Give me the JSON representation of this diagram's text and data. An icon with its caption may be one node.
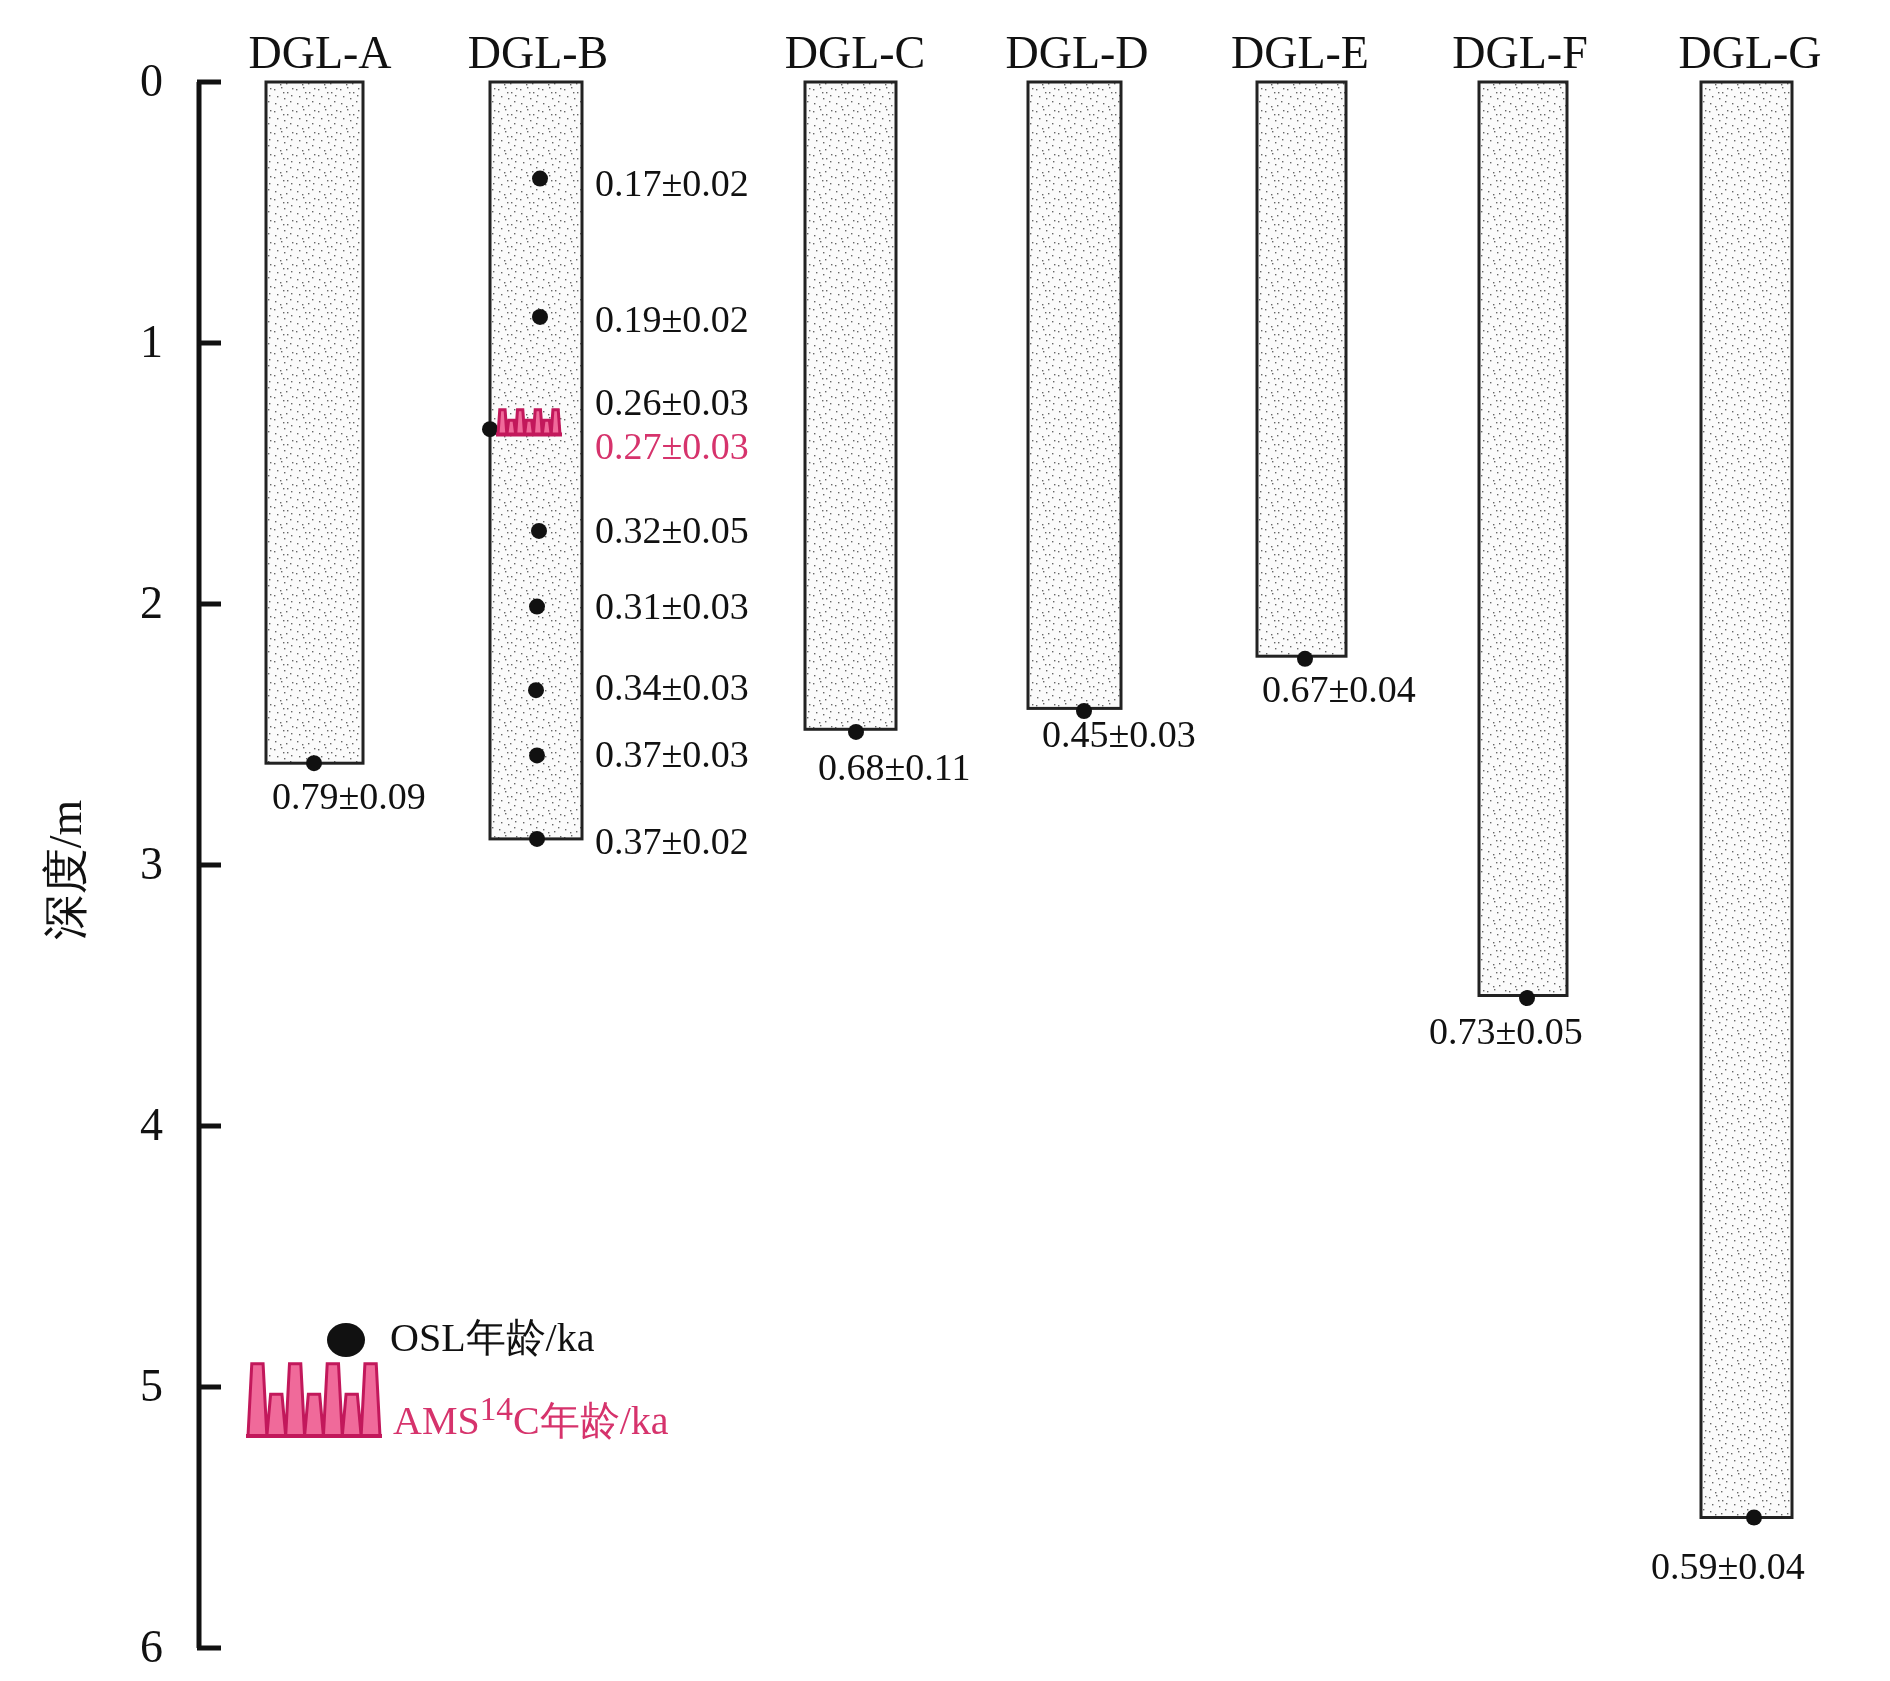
{
  "diagram": {
    "nodes": [
      {
        "text": [
          "DGL-A"
        ],
        "beside": [
          "0.79±0.09"
        ]
      },
      {
        "text": [
          "DGL-B"
        ],
        "beside": [
          "0.17±0.02",
          "0.19±0.02",
          "0.26±0.03",
          "0.27±0.03",
          "0.32±0.05",
          "0.31±0.03",
          "0.34±0.03",
          "0.37±0.03",
          "0.37±0.02"
        ]
      },
      {
        "text": [
          "DGL-C"
        ],
        "beside": [
          "0.68±0.11"
        ]
      },
      {
        "text": [
          "DGL-D"
        ],
        "beside": [
          "0.45±0.03"
        ]
      },
      {
        "text": [
          "DGL-E"
        ],
        "beside": [
          "0.67±0.04"
        ]
      },
      {
        "text": [
          "DGL-F"
        ],
        "beside": [
          "0.73±0.05"
        ]
      },
      {
        "text": [
          "DGL-G"
        ],
        "beside": [
          "0.59±0.04"
        ]
      }
    ],
    "labels": [
      "0",
      "1",
      "2",
      "3",
      "4",
      "5",
      "6",
      "深度/m"
    ],
    "legend": [
      {
        "text": "OSL年龄/ka"
      },
      {
        "text": "AMS$^{14}$C年龄/ka"
      }
    ]
  }
}
